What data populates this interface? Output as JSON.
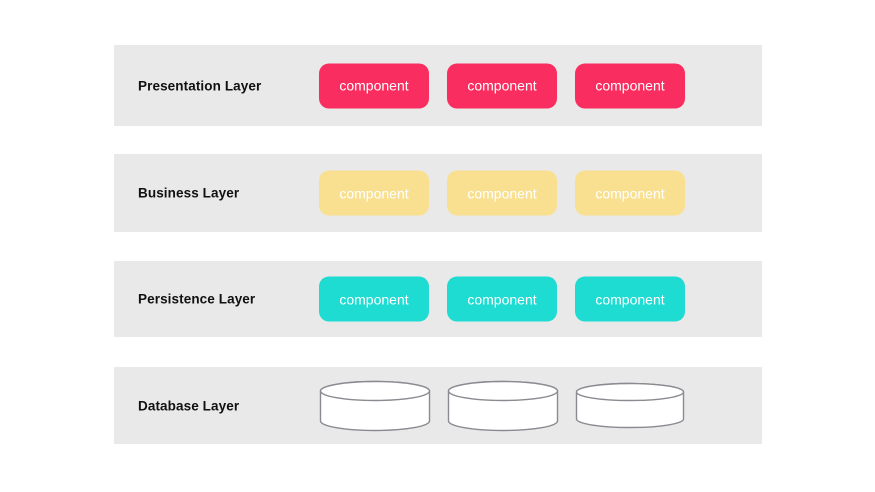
{
  "colors": {
    "page_background": "#FFFFFF",
    "band_background": "#E9E9E9",
    "label_text": "#111111",
    "presentation_component": "#F92D5F",
    "business_component": "#F9E091",
    "persistence_component": "#1EDCD2",
    "component_text": "#FFFFFF",
    "cylinder_fill": "#FFFFFF",
    "cylinder_stroke": "#8A8A91"
  },
  "layers": [
    {
      "name": "presentation",
      "label": "Presentation Layer",
      "component_type": "box",
      "component_color": "#F92D5F",
      "components": [
        "component",
        "component",
        "component"
      ]
    },
    {
      "name": "business",
      "label": "Business Layer",
      "component_type": "box",
      "component_color": "#F9E091",
      "components": [
        "component",
        "component",
        "component"
      ]
    },
    {
      "name": "persistence",
      "label": "Persistence Layer",
      "component_type": "box",
      "component_color": "#1EDCD2",
      "components": [
        "component",
        "component",
        "component"
      ]
    },
    {
      "name": "database",
      "label": "Database Layer",
      "component_type": "cylinder",
      "cylinder_count": 3,
      "components": []
    }
  ]
}
